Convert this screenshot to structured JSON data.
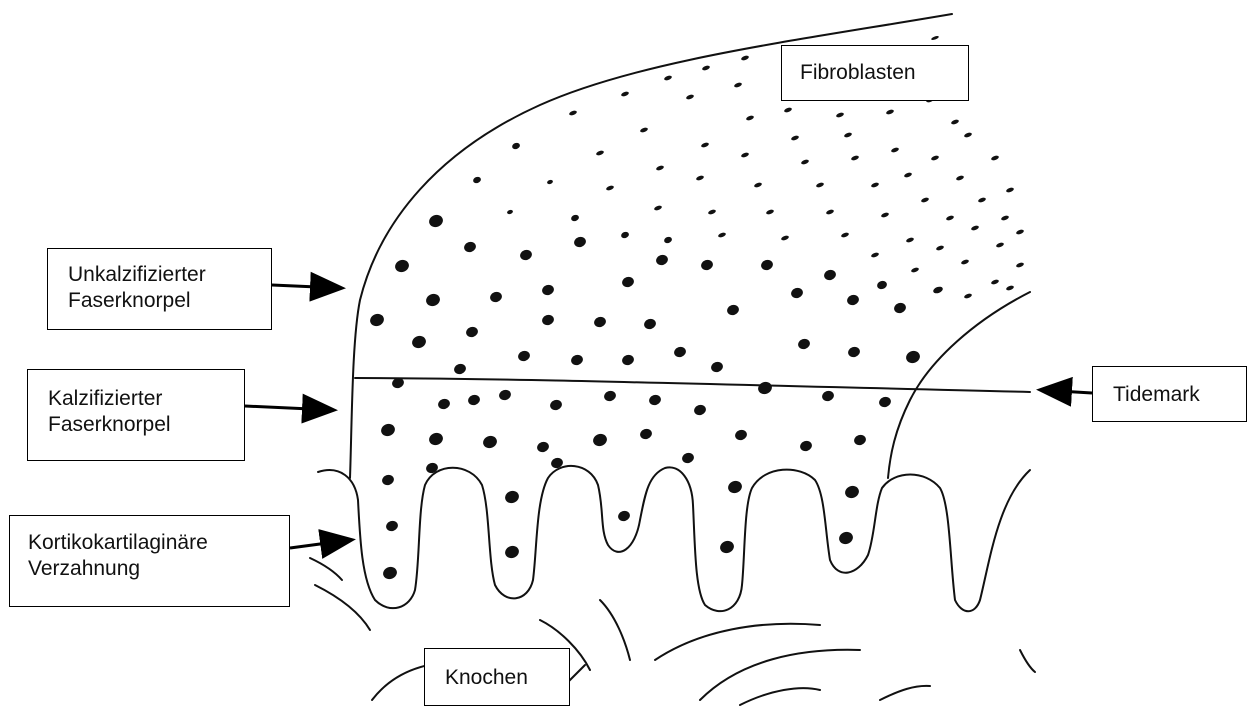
{
  "labels": {
    "fibroblasten": "Fibroblasten",
    "unkalzifiziert": [
      "Unkalzifizierter",
      "Faserknorpel"
    ],
    "kalzifiziert": [
      "Kalzifizierter",
      "Faserknorpel"
    ],
    "kortikokartilaginaer": [
      "Kortikokartilaginäre",
      "Verzahnung"
    ],
    "tidemark": "Tidemark",
    "knochen": "Knochen"
  },
  "colors": {
    "ink": "#111111",
    "background": "#ffffff"
  }
}
